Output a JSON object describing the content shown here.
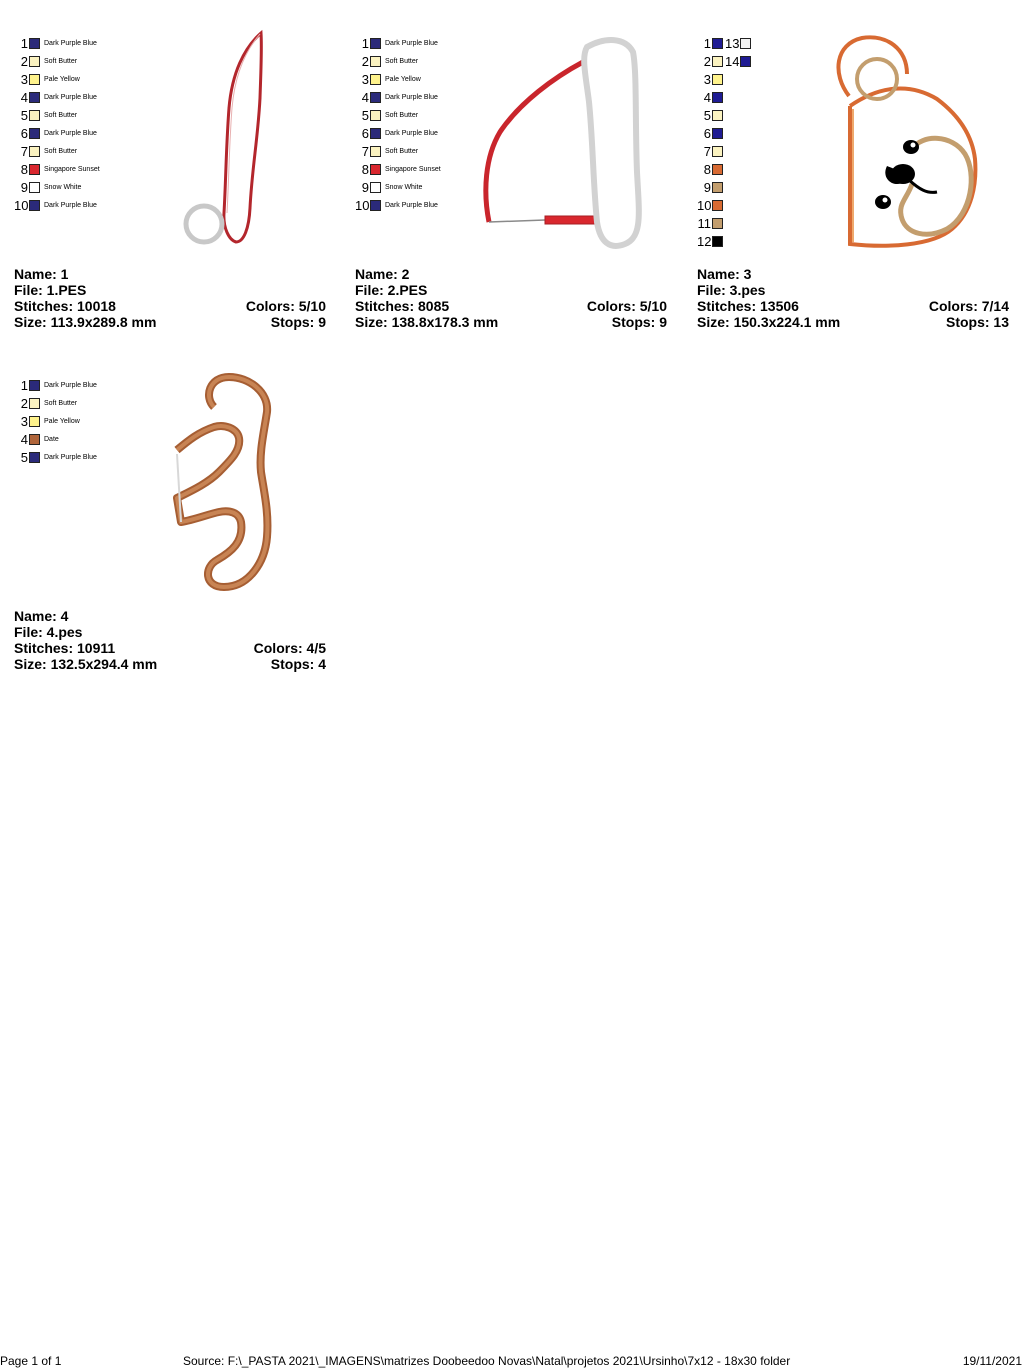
{
  "designs": [
    {
      "name_label": "Name: 1",
      "file_label": "File: 1.PES",
      "stitches_label": "Stitches: 10018",
      "colors_label": "Colors: 5/10",
      "size_label": "Size: 113.9x289.8 mm",
      "stops_label": "Stops: 9",
      "colors": [
        {
          "n": "1",
          "name": "Dark Purple Blue",
          "hex": "#2b2a7a"
        },
        {
          "n": "2",
          "name": "Soft Butter",
          "hex": "#fbf3c1"
        },
        {
          "n": "3",
          "name": "Pale Yellow",
          "hex": "#fff38c"
        },
        {
          "n": "4",
          "name": "Dark Purple Blue",
          "hex": "#2b2a7a"
        },
        {
          "n": "5",
          "name": "Soft Butter",
          "hex": "#fbf3c1"
        },
        {
          "n": "6",
          "name": "Dark Purple Blue",
          "hex": "#2b2a7a"
        },
        {
          "n": "7",
          "name": "Soft Butter",
          "hex": "#fbf3c1"
        },
        {
          "n": "8",
          "name": "Singapore Sunset",
          "hex": "#d9272e"
        },
        {
          "n": "9",
          "name": "Snow White",
          "hex": "#ffffff"
        },
        {
          "n": "10",
          "name": "Dark Purple Blue",
          "hex": "#2b2a7a"
        }
      ]
    },
    {
      "name_label": "Name: 2",
      "file_label": "File: 2.PES",
      "stitches_label": "Stitches: 8085",
      "colors_label": "Colors: 5/10",
      "size_label": "Size: 138.8x178.3 mm",
      "stops_label": "Stops: 9",
      "colors": [
        {
          "n": "1",
          "name": "Dark Purple Blue",
          "hex": "#2b2a7a"
        },
        {
          "n": "2",
          "name": "Soft Butter",
          "hex": "#fbf3c1"
        },
        {
          "n": "3",
          "name": "Pale Yellow",
          "hex": "#fff38c"
        },
        {
          "n": "4",
          "name": "Dark Purple Blue",
          "hex": "#2b2a7a"
        },
        {
          "n": "5",
          "name": "Soft Butter",
          "hex": "#fbf3c1"
        },
        {
          "n": "6",
          "name": "Dark Purple Blue",
          "hex": "#2b2a7a"
        },
        {
          "n": "7",
          "name": "Soft Butter",
          "hex": "#fbf3c1"
        },
        {
          "n": "8",
          "name": "Singapore Sunset",
          "hex": "#d9272e"
        },
        {
          "n": "9",
          "name": "Snow White",
          "hex": "#ffffff"
        },
        {
          "n": "10",
          "name": "Dark Purple Blue",
          "hex": "#2b2a7a"
        }
      ]
    },
    {
      "name_label": "Name: 3",
      "file_label": "File: 3.pes",
      "stitches_label": "Stitches: 13506",
      "colors_label": "Colors: 7/14",
      "size_label": "Size: 150.3x224.1 mm",
      "stops_label": "Stops: 13",
      "colors": [
        {
          "n": "1",
          "hex": "#1f1b93"
        },
        {
          "n": "2",
          "hex": "#fbf3c1"
        },
        {
          "n": "3",
          "hex": "#fff38c"
        },
        {
          "n": "4",
          "hex": "#1f1b93"
        },
        {
          "n": "5",
          "hex": "#fbf3c1"
        },
        {
          "n": "6",
          "hex": "#1f1b93"
        },
        {
          "n": "7",
          "hex": "#fbf3c1"
        },
        {
          "n": "8",
          "hex": "#d86a32"
        },
        {
          "n": "9",
          "hex": "#c39e6e"
        },
        {
          "n": "10",
          "hex": "#d86a32"
        },
        {
          "n": "11",
          "hex": "#c39e6e"
        },
        {
          "n": "12",
          "hex": "#000000"
        },
        {
          "n": "13",
          "hex": "#f2f2f2"
        },
        {
          "n": "14",
          "hex": "#1f1b93"
        }
      ]
    },
    {
      "name_label": "Name: 4",
      "file_label": "File: 4.pes",
      "stitches_label": "Stitches: 10911",
      "colors_label": "Colors: 4/5",
      "size_label": "Size: 132.5x294.4 mm",
      "stops_label": "Stops: 4",
      "colors": [
        {
          "n": "1",
          "name": "Dark Purple Blue",
          "hex": "#2b2a7a"
        },
        {
          "n": "2",
          "name": "Soft Butter",
          "hex": "#fbf3c1"
        },
        {
          "n": "3",
          "name": "Pale Yellow",
          "hex": "#fff38c"
        },
        {
          "n": "4",
          "name": "Date",
          "hex": "#b0653a"
        },
        {
          "n": "5",
          "name": "Dark Purple Blue",
          "hex": "#2b2a7a"
        }
      ]
    }
  ],
  "footer": {
    "page": "Page 1 of 1",
    "source": "Source: F:\\_PASTA 2021\\_IMAGENS\\matrizes Doobeedoo Novas\\Natal\\projetos 2021\\Ursinho\\7x12 - 18x30 folder",
    "date": "19/11/2021"
  }
}
